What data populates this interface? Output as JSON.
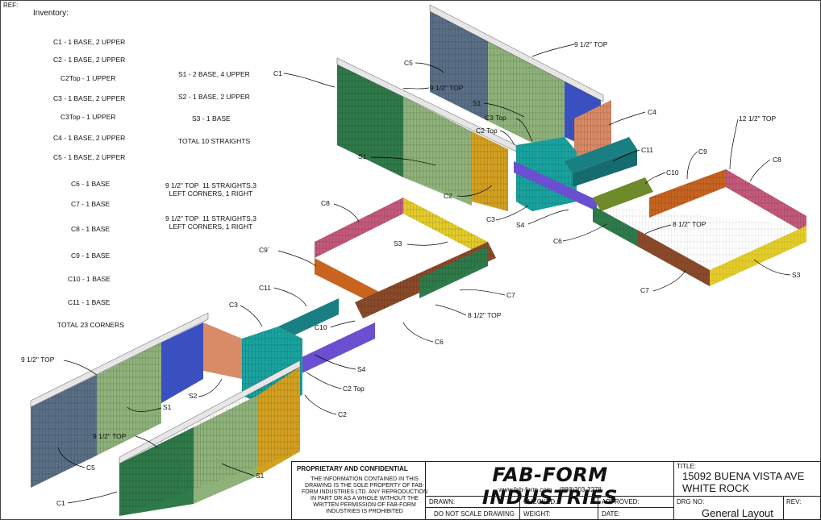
{
  "ref_label": "REF:",
  "inventory": {
    "title": "Inventory:",
    "corners": [
      "C1 - 1 BASE, 2 UPPER",
      "C2 - 1 BASE, 2 UPPER",
      "C2Top -  1 UPPER",
      "C3 - 1 BASE, 2 UPPER",
      "C3Top -  1 UPPER",
      "C4 - 1 BASE, 2 UPPER",
      "C5 - 1 BASE, 2 UPPER",
      "C6 -  1 BASE",
      "C7 -  1 BASE",
      "C8 -  1 BASE",
      "C9 -  1 BASE",
      "C10 -  1 BASE",
      "C11 -  1 BASE"
    ],
    "corners_total": "TOTAL 23 CORNERS",
    "straights": [
      "S1 - 2 BASE, 4 UPPER",
      "S2 - 1 BASE, 2 UPPER",
      "S3 -  1 BASE"
    ],
    "straights_total": "TOTAL 10 STRAIGHTS",
    "notes": [
      "9 1/2\" TOP  11 STRAIGHTS,3\nLEFT CORNERS, 1 RIGHT",
      "9 1/2\" TOP  11 STRAIGHTS,3\nLEFT CORNERS, 1 RIGHT"
    ]
  },
  "callouts": {
    "top_c5_label": "9 1/2\" TOP",
    "c5": "C5",
    "c1": "C1",
    "c1_top": "9 1/2\" TOP",
    "s1_upper": "S1",
    "c4": "C4",
    "c3_top": "C3 Top",
    "c2_top": "C2 Top",
    "c11": "C11",
    "s1_left": "S1",
    "c9": "C9",
    "c10": "C10",
    "c8": "C8",
    "top_12": "12 1/2\" TOP",
    "c2": "C2",
    "c3": "C3",
    "s4": "S4",
    "c6": "C6",
    "top_8_right": "8 1/2\" TOP",
    "c7": "C7",
    "s3_right": "S3",
    "c8_mid": "C8",
    "s3_mid": "S3",
    "c9_mid": "C9`",
    "c11_mid": "C11",
    "c3_mid": "C3",
    "c7_mid": "C7",
    "top_8_mid": "8 1/2\" TOP",
    "c10_mid": "C10",
    "c6_mid": "C6",
    "top_9_lower": "9 1/2\" TOP",
    "s4_lower": "S4",
    "c2_top_lower": "C2 Top",
    "s2": "S2",
    "s1_lower_a": "S1",
    "c2_lower": "C2",
    "top_9_lower_b": "9 1/2\" TOP",
    "c5_lower": "C5",
    "s1_lower_b": "S1",
    "c1_lower": "C1"
  },
  "title_block": {
    "prop_title": "PROPRIETARY AND CONFIDENTIAL",
    "prop_text": "THE INFORMATION CONTAINED IN THIS DRAWING IS THE SOLE PROPERTY OF FAB-FORM INDUSTRIES LTD. ANY REPRODUCTION IN PART OR AS A WHOLE WITHOUT THE WRITTEN PERMISSION OF FAB-FORM INDUSTRIES IS PROHIBITED",
    "company": "FAB-FORM INDUSTRIES",
    "website": "www.fab-form.com",
    "phone": "(888)303-3278",
    "drawn_label": "DRAWN:",
    "checked_label": "CHECKED:",
    "approved_label": "APPROVED:",
    "do_not_scale": "DO NOT SCALE DRAWING",
    "weight_label": "WEIGHT:",
    "date_label": "DATE:",
    "title_label": "TITLE:",
    "title_line1": "15092 BUENA VISTA AVE",
    "title_line2": "WHITE ROCK",
    "drg_label": "DRG NO:",
    "drg_value": "General Layout",
    "rev_label": "REV:"
  },
  "colors": {
    "dark_green": "#2f7a4a",
    "light_green": "#8fb27a",
    "slate": "#5a6f86",
    "blue": "#3a4fc0",
    "salmon": "#d98a66",
    "teal": "#1aa3a0",
    "gold": "#d4a020",
    "purple": "#6a4fd0",
    "olive": "#6f8a2a",
    "orange": "#c86420",
    "pink": "#c45a7a",
    "yellow": "#e3cc2a",
    "cap": "#e6e6e6"
  }
}
